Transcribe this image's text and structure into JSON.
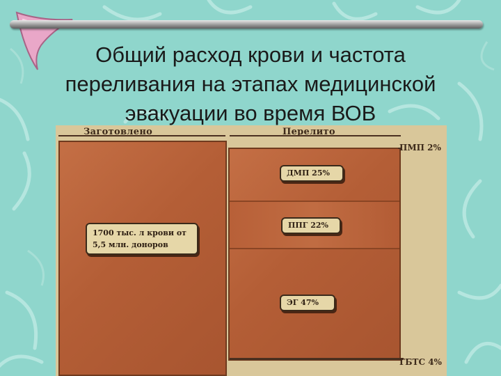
{
  "slide": {
    "title": "Общий расход крови и частота переливания на этапах медицинской эвакуации во время ВОВ"
  },
  "diagram": {
    "header_left": "Заготовлено",
    "header_right": "Перелито",
    "total_label": "1700 тыс. л крови от 5,5 млн. доноров",
    "stages": [
      {
        "label": "ПМП 2%"
      },
      {
        "label": "ДМП 25%"
      },
      {
        "label": "ППГ 22%"
      },
      {
        "label": "ЭГ 47%"
      },
      {
        "label": "ГБТС 4%"
      }
    ]
  },
  "colors": {
    "background": "#8fd6cc",
    "panel": "#b45e36",
    "label_fill": "#e6d7a8"
  },
  "icons": [
    "boomerang-icon"
  ]
}
